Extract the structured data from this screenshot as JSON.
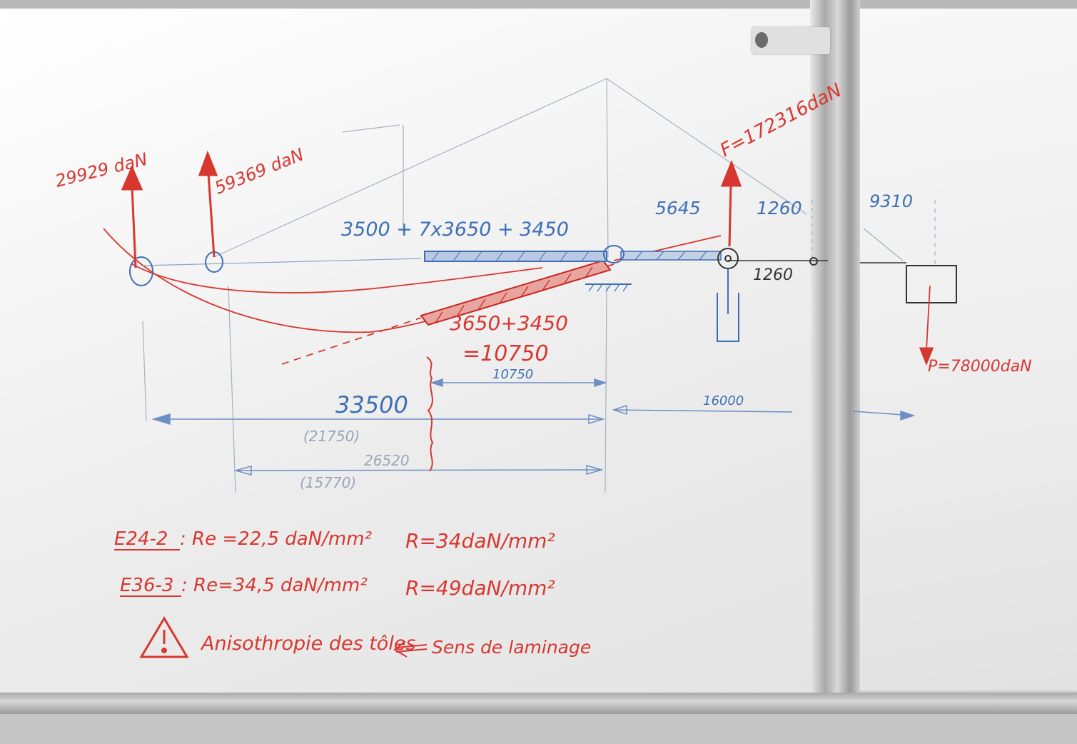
{
  "forces": {
    "left_reaction_1": "29929 daN",
    "left_reaction_2": "59369 daN",
    "hydraulic_force": "F=172316daN",
    "load": "P=78000daN"
  },
  "spans": {
    "formula": "3500 + 7x3650 + 3450",
    "dim_5645": "5645",
    "dim_1260_top": "1260",
    "dim_9310": "9310",
    "dim_1260_bottom": "1260",
    "red_formula": "3650+3450",
    "red_result": "=10750",
    "dim_10750": "10750",
    "dim_33500": "33500",
    "dim_21750": "(21750)",
    "dim_16000": "16000",
    "dim_26520": "26520",
    "dim_15770": "(15770)"
  },
  "materials": [
    {
      "grade": "E24-2",
      "re": ": Re =22,5 daN/mm²",
      "r": "R=34daN/mm²"
    },
    {
      "grade": "E36-3",
      "re": ": Re=34,5 daN/mm²",
      "r": "R=49daN/mm²"
    }
  ],
  "warning": {
    "text": "Anisothropie des tôles",
    "arrow_text": "Sens de laminage"
  },
  "colors": {
    "red_marker": "#d8372f",
    "blue_marker": "#3e6fb5",
    "grey_marker": "#9aa6b8"
  }
}
